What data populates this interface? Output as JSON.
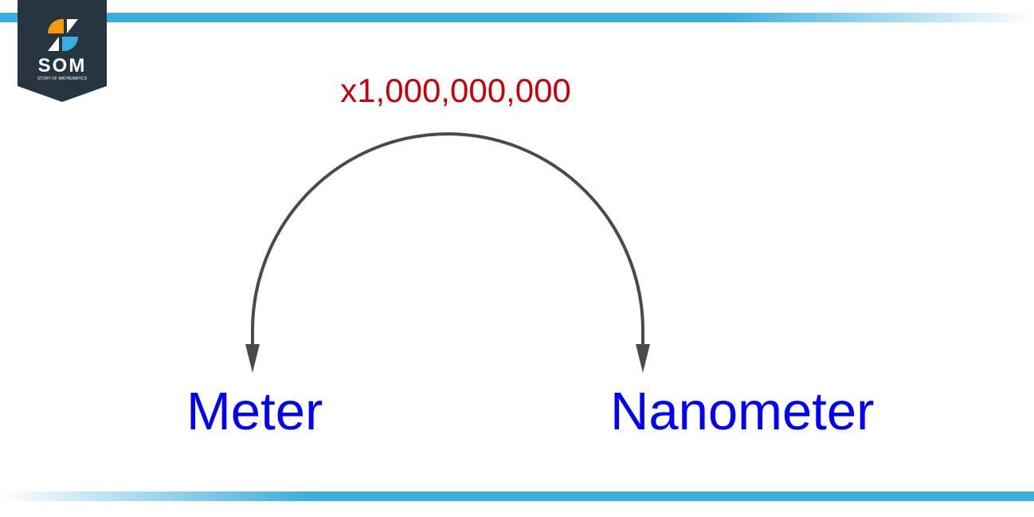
{
  "logo": {
    "text": "SOM",
    "tagline": "STORY OF MATHEMATICS"
  },
  "conversion": {
    "factor_label": "x1,000,000,000",
    "from_unit": "Meter",
    "to_unit": "Nanometer"
  },
  "colors": {
    "accent_bar": "#3aaedf",
    "factor_text": "#c8000a",
    "unit_text": "#0000ff",
    "arrow": "#4a4a4a",
    "logo_bg": "#263540"
  }
}
